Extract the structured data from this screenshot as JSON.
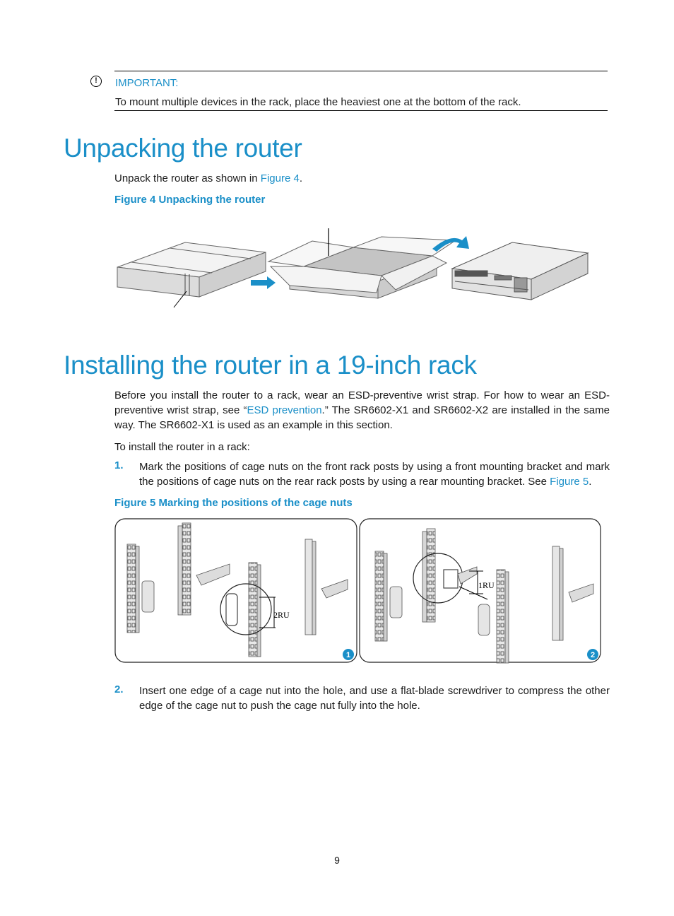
{
  "important": {
    "label": "IMPORTANT:",
    "text": "To mount multiple devices in the rack, place the heaviest one at the bottom of the rack."
  },
  "section1": {
    "heading": "Unpacking the router",
    "para_prefix": "Unpack the router as shown in ",
    "para_link": "Figure 4",
    "para_suffix": ".",
    "figure_caption": "Figure 4 Unpacking the router"
  },
  "section2": {
    "heading": "Installing the router in a 19-inch rack",
    "para1_prefix": "Before you install the router to a rack, wear an ESD-preventive wrist strap. For how to wear an ESD-preventive wrist strap, see “",
    "para1_link": "ESD prevention",
    "para1_suffix": ".” The SR6602-X1 and SR6602-X2 are installed in the same way. The SR6602-X1 is used as an example in this section.",
    "para2": "To install the router in a rack:",
    "steps": [
      {
        "num": "1.",
        "text_prefix": "Mark the positions of cage nuts on the front rack posts by using a front mounting bracket and mark the positions of cage nuts on the rear rack posts by using a rear mounting bracket. See ",
        "text_link": "Figure 5",
        "text_suffix": "."
      },
      {
        "num": "2.",
        "text": "Insert one edge of a cage nut into the hole, and use a flat-blade screwdriver to compress the other edge of the cage nut to push the cage nut fully into the hole."
      }
    ],
    "figure_caption": "Figure 5 Marking the positions of the cage nuts",
    "figure_panels": [
      {
        "badge": "1",
        "dim_label": "2RU"
      },
      {
        "badge": "2",
        "dim_label": "1RU"
      }
    ]
  },
  "page_number": "9",
  "colors": {
    "accent": "#1a8fc8"
  }
}
